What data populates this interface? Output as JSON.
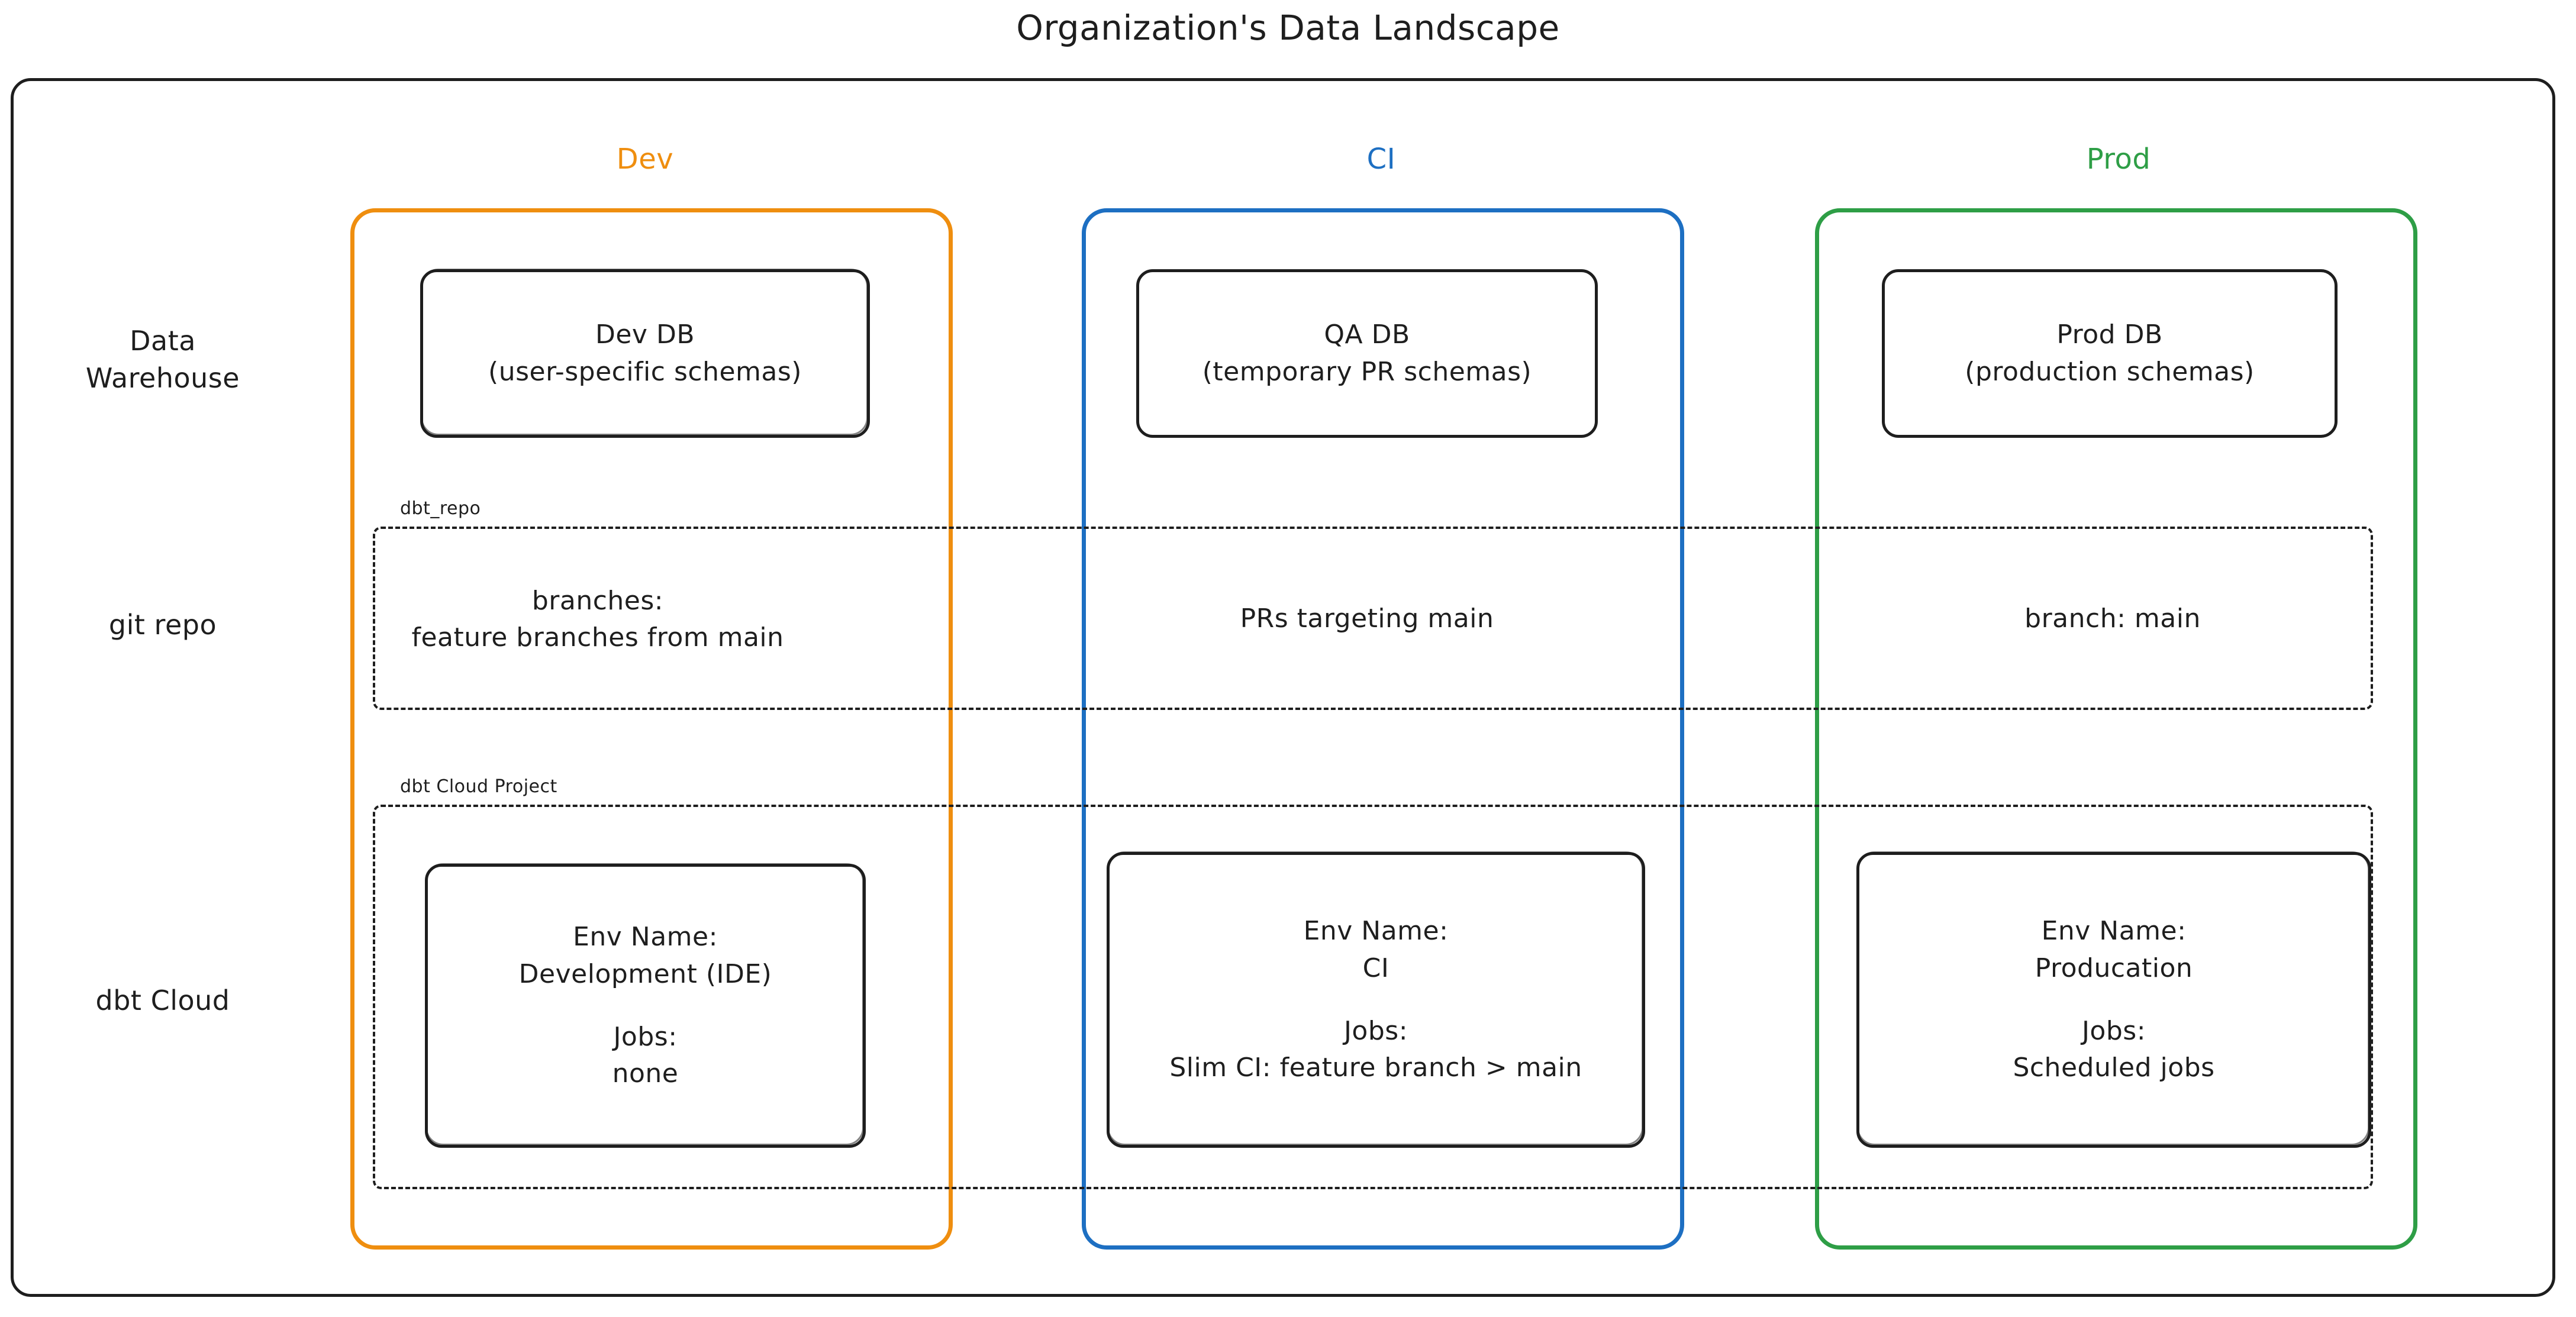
{
  "diagram": {
    "title": "Organization's Data Landscape",
    "type": "architecture-matrix",
    "columns": [
      {
        "id": "dev",
        "label": "Dev",
        "color": "#EF8E0F"
      },
      {
        "id": "ci",
        "label": "CI",
        "color": "#1D6FC2"
      },
      {
        "id": "prod",
        "label": "Prod",
        "color": "#2E9E46"
      }
    ],
    "rows": [
      {
        "id": "warehouse",
        "label_line1": "Data",
        "label_line2": "Warehouse"
      },
      {
        "id": "git",
        "label_line1": "git repo",
        "label_line2": ""
      },
      {
        "id": "dbtcloud",
        "label_line1": "dbt Cloud",
        "label_line2": ""
      }
    ],
    "groups": [
      {
        "id": "git-repo",
        "tag": "dbt_repo",
        "style": "dashed"
      },
      {
        "id": "dbt-project",
        "tag": "dbt Cloud Project",
        "style": "dashed"
      }
    ],
    "frame_color": "#1e1e1e"
  },
  "cells": {
    "warehouse": {
      "dev": {
        "line1": "Dev DB",
        "line2": "(user-specific schemas)"
      },
      "ci": {
        "line1": "QA DB",
        "line2": "(temporary PR schemas)"
      },
      "prod": {
        "line1": "Prod DB",
        "line2": "(production schemas)"
      }
    },
    "git": {
      "dev": {
        "line1": "branches:",
        "line2": "feature branches from main"
      },
      "ci": {
        "line1": "PRs targeting main",
        "line2": ""
      },
      "prod": {
        "line1": "branch: main",
        "line2": ""
      }
    },
    "dbtcloud": {
      "dev": {
        "env_label": "Env Name:",
        "env_value": "Development (IDE)",
        "jobs_label": "Jobs:",
        "jobs_value": "none"
      },
      "ci": {
        "env_label": "Env Name:",
        "env_value": "CI",
        "jobs_label": "Jobs:",
        "jobs_value": "Slim CI: feature branch > main"
      },
      "prod": {
        "env_label": "Env Name:",
        "env_value": "Producation",
        "jobs_label": "Jobs:",
        "jobs_value": "Scheduled jobs"
      }
    }
  }
}
